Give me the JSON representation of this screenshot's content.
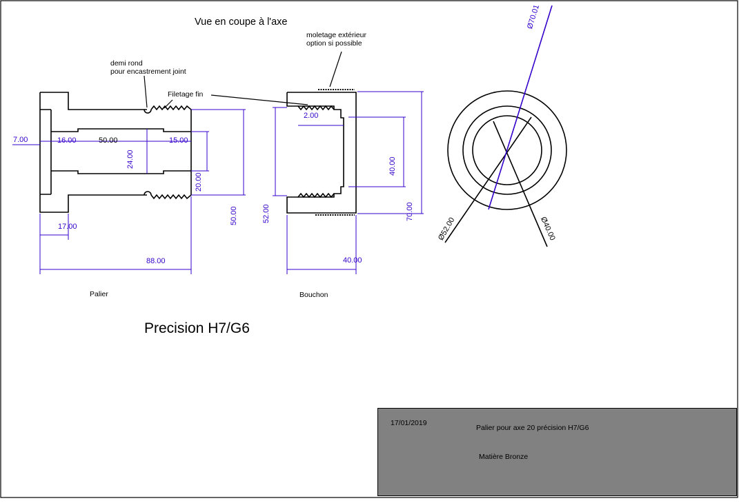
{
  "drawing": {
    "title": "Vue en coupe à l'axe",
    "precision": "Precision H7/G6",
    "parts": {
      "palier": "Palier",
      "bouchon": "Bouchon"
    },
    "notes": {
      "demi_rond_1": "demi rond",
      "demi_rond_2": "pour encastrement joint",
      "filetage": "Filetage fin",
      "moletage_1": "moletage extérieur",
      "moletage_2": "option si possible"
    },
    "dimensions": {
      "d_7": "7.00",
      "d_16": "16.00",
      "d_50_bore": "50.00",
      "d_15": "15.00",
      "d_24": "24.00",
      "d_20": "20.00",
      "d_50": "50.00",
      "d_17": "17.00",
      "d_88": "88.00",
      "d_2": "2.00",
      "d_52": "52.00",
      "d_40_inner": "40.00",
      "d_70": "70.00",
      "d_40_len": "40.00",
      "dia_70": "Ø70.01",
      "dia_52": "Ø52.00",
      "dia_40": "Ø40.00"
    },
    "colors": {
      "dimension": "#3300cc",
      "line": "#000000",
      "title_block": "#818181"
    }
  },
  "title_block": {
    "date": "17/01/2019",
    "description": "Palier pour axe 20  précision H7/G6",
    "material": "Matière Bronze"
  }
}
